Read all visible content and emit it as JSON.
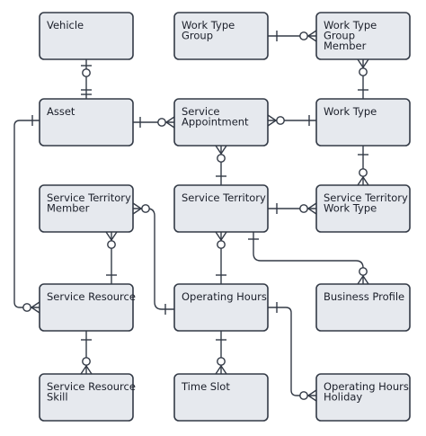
{
  "entities": {
    "vehicle": {
      "lines": [
        "Vehicle"
      ]
    },
    "work_type_group": {
      "lines": [
        "Work Type",
        "Group"
      ]
    },
    "work_type_group_member": {
      "lines": [
        "Work Type",
        "Group",
        "Member"
      ]
    },
    "asset": {
      "lines": [
        "Asset"
      ]
    },
    "service_appointment": {
      "lines": [
        "Service",
        "Appointment"
      ]
    },
    "work_type": {
      "lines": [
        "Work Type"
      ]
    },
    "service_territory_member": {
      "lines": [
        "Service Territory",
        "Member"
      ]
    },
    "service_territory": {
      "lines": [
        "Service Territory"
      ]
    },
    "service_territory_work_type": {
      "lines": [
        "Service Territory",
        "Work Type"
      ]
    },
    "business_profile": {
      "lines": [
        "Business Profile"
      ]
    },
    "service_resource": {
      "lines": [
        "Service Resource"
      ]
    },
    "operating_hours": {
      "lines": [
        "Operating Hours"
      ]
    },
    "service_resource_skill": {
      "lines": [
        "Service Resource",
        "Skill"
      ]
    },
    "time_slot": {
      "lines": [
        "Time Slot"
      ]
    },
    "operating_hours_holiday": {
      "lines": [
        "Operating Hours",
        "Holiday"
      ]
    }
  },
  "colors": {
    "box_fill": "#e6e9ee",
    "stroke": "#333a46",
    "text": "#1b1f2a"
  }
}
